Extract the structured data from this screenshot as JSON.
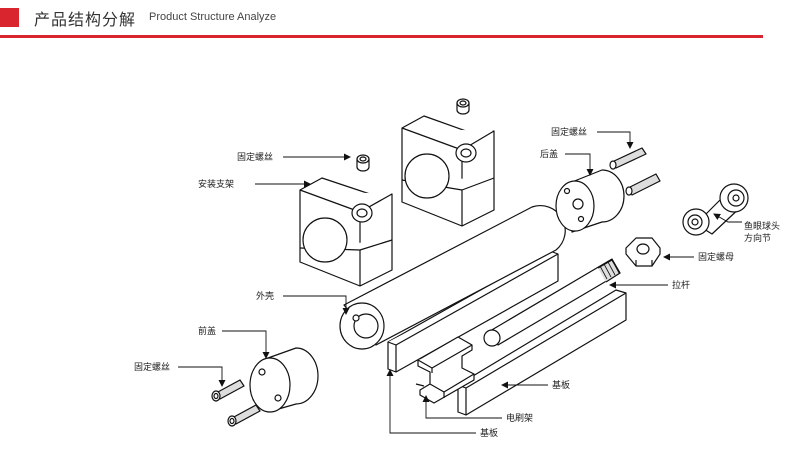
{
  "header": {
    "title_cn": "产品结构分解",
    "title_en": "Product Structure Analyze",
    "accent_color": "#d9252e"
  },
  "labels": {
    "fixing_screw_left_top": "固定螺丝",
    "mounting_bracket": "安装支架",
    "fixing_screw_right_top": "固定螺丝",
    "rear_cover": "后盖",
    "rod_end_line1": "鱼眼球头",
    "rod_end_line2": "方向节",
    "fixing_nut": "固定螺母",
    "tie_rod": "拉杆",
    "shell": "外壳",
    "front_cover": "前盖",
    "fixing_screw_bottom": "固定螺丝",
    "base_plate_right": "基板",
    "brush_holder": "电刷架",
    "base_plate_bottom": "基板"
  }
}
